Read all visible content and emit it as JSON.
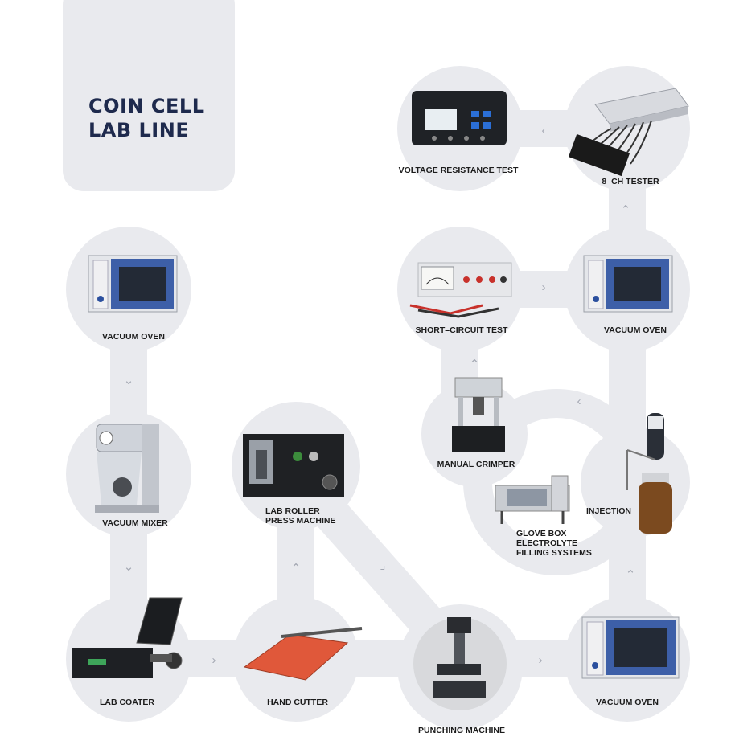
{
  "title": {
    "line1": "COIN CELL",
    "line2": "LAB LINE"
  },
  "stations": [
    {
      "id": "voltage-resistance-test",
      "label": "VOLTAGE RESISTANCE TEST",
      "icon": "voltage-tester-icon"
    },
    {
      "id": "8ch-tester",
      "label": "8–CH TESTER",
      "icon": "battery-tester-icon"
    },
    {
      "id": "short-circuit-test",
      "label": "SHORT–CIRCUIT TEST",
      "icon": "short-circuit-meter-icon"
    },
    {
      "id": "vacuum-oven-top",
      "label": "VACUUM OVEN",
      "icon": "vacuum-oven-icon"
    },
    {
      "id": "manual-crimper",
      "label": "MANUAL CRIMPER",
      "icon": "crimper-icon"
    },
    {
      "id": "injection",
      "label": "INJECTION",
      "icon": "pipette-icon"
    },
    {
      "id": "glove-box",
      "label_lines": [
        "GLOVE BOX",
        "ELECTROLYTE",
        "FILLING SYSTEMS"
      ],
      "icon": "glove-box-icon"
    },
    {
      "id": "vacuum-oven-left",
      "label": "VACUUM OVEN",
      "icon": "vacuum-oven-icon"
    },
    {
      "id": "vacuum-mixer",
      "label": "VACUUM MIXER",
      "icon": "vacuum-mixer-icon"
    },
    {
      "id": "lab-roller-press",
      "label_lines": [
        "LAB ROLLER",
        "PRESS MACHINE"
      ],
      "icon": "roller-press-icon"
    },
    {
      "id": "lab-coater",
      "label": "LAB COATER",
      "icon": "coater-icon"
    },
    {
      "id": "hand-cutter",
      "label": "HAND CUTTER",
      "icon": "cutter-icon"
    },
    {
      "id": "punching-machine",
      "label": "PUNCHING MACHINE",
      "icon": "punching-machine-icon"
    },
    {
      "id": "vacuum-oven-bottom",
      "label": "VACUUM OVEN",
      "icon": "vacuum-oven-icon"
    }
  ],
  "colors": {
    "track": "#e9eaee",
    "title": "#1e2a4d",
    "chevron": "#a4a8b3",
    "oven_door": "#3d5fa8",
    "cutter_board": "#e0583a"
  },
  "arrows": [
    "left-arrow-icon",
    "up-arrow-icon",
    "right-arrow-icon",
    "down-arrow-icon",
    "corner-arrow-icon"
  ]
}
